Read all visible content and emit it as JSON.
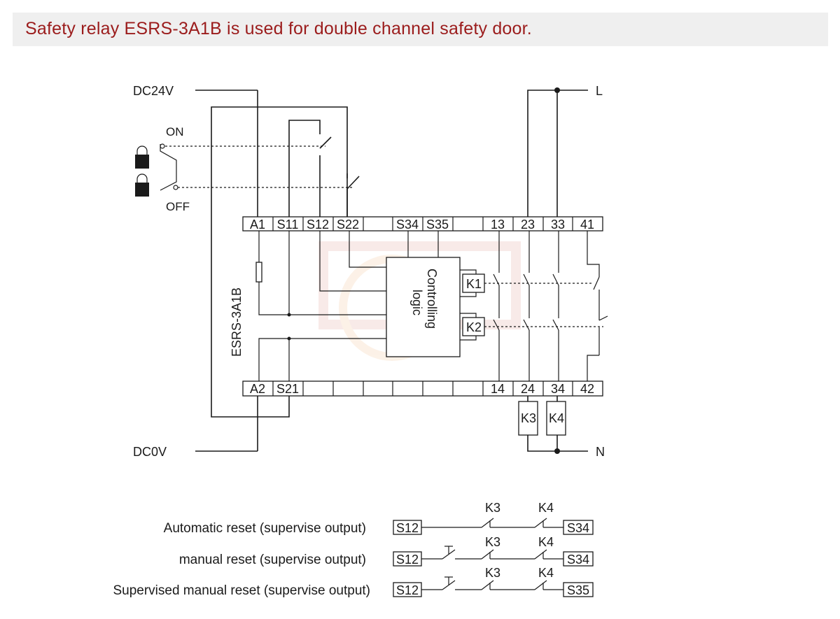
{
  "title": "Safety relay ESRS-3A1B is used for double channel safety door.",
  "supply": {
    "positive": "DC24V",
    "negative": "DC0V",
    "line": "L",
    "neutral": "N"
  },
  "switch": {
    "on": "ON",
    "off": "OFF"
  },
  "device_label": "ESRS-3A1B",
  "logic_label": "Controlling logic",
  "logic_line1": "Controlling",
  "logic_line2": "logic",
  "top_terminals": [
    "A1",
    "S11",
    "S12",
    "S22",
    "",
    "S34",
    "S35",
    "",
    "13",
    "23",
    "33",
    "41"
  ],
  "bottom_terminals": [
    "A2",
    "S21",
    "",
    "",
    "",
    "",
    "",
    "",
    "14",
    "24",
    "34",
    "42"
  ],
  "relays": {
    "k1": "K1",
    "k2": "K2",
    "k3": "K3",
    "k4": "K4"
  },
  "reset_modes": [
    {
      "label": "Automatic reset (supervise output)",
      "from": "S12",
      "to": "S34",
      "k3": "K3",
      "k4": "K4"
    },
    {
      "label": "manual reset (supervise output)",
      "from": "S12",
      "to": "S34",
      "k3": "K3",
      "k4": "K4"
    },
    {
      "label": "Supervised manual reset (supervise output)",
      "from": "S12",
      "to": "S35",
      "k3": "K3",
      "k4": "K4"
    }
  ],
  "colors": {
    "title": "#9b1c1c",
    "title_bg": "#efefef",
    "line": "#1a1a1a"
  }
}
